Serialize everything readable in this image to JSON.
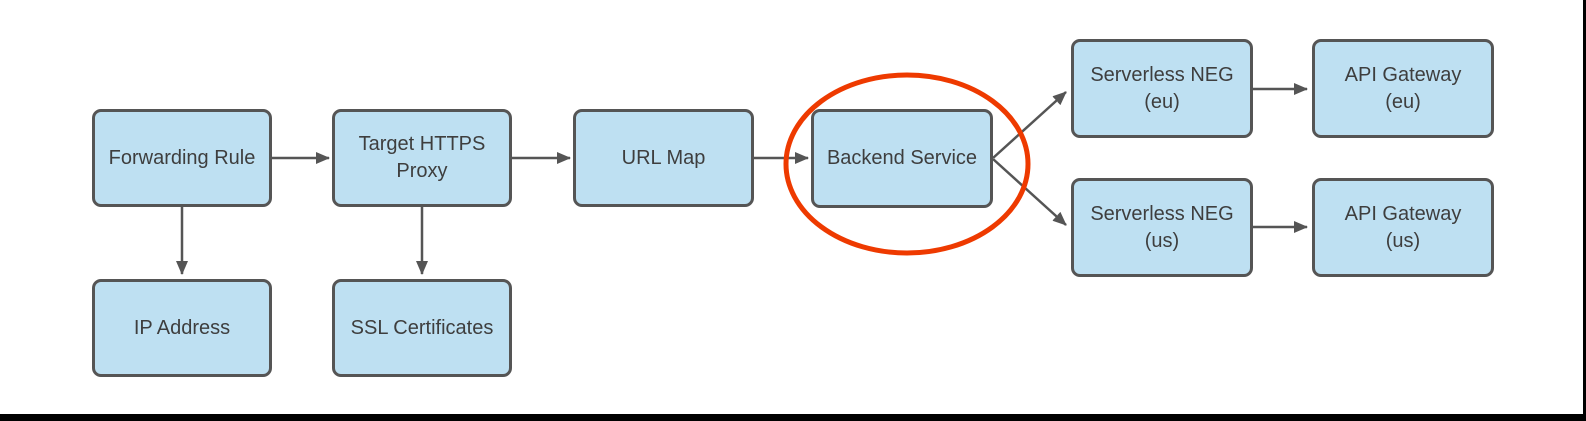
{
  "diagram": {
    "nodes": [
      {
        "id": "forwarding-rule",
        "lines": [
          "Forwarding Rule"
        ]
      },
      {
        "id": "target-https-proxy",
        "lines": [
          "Target HTTPS",
          "Proxy"
        ]
      },
      {
        "id": "url-map",
        "lines": [
          "URL Map"
        ]
      },
      {
        "id": "backend-service",
        "lines": [
          "Backend Service"
        ]
      },
      {
        "id": "serverless-neg-eu",
        "lines": [
          "Serverless NEG",
          "(eu)"
        ]
      },
      {
        "id": "api-gateway-eu",
        "lines": [
          "API Gateway",
          "(eu)"
        ]
      },
      {
        "id": "serverless-neg-us",
        "lines": [
          "Serverless NEG",
          "(us)"
        ]
      },
      {
        "id": "api-gateway-us",
        "lines": [
          "API Gateway",
          "(us)"
        ]
      },
      {
        "id": "ip-address",
        "lines": [
          "IP Address"
        ]
      },
      {
        "id": "ssl-certificates",
        "lines": [
          "SSL Certificates"
        ]
      }
    ],
    "edges": [
      {
        "from": "forwarding-rule",
        "to": "target-https-proxy"
      },
      {
        "from": "target-https-proxy",
        "to": "url-map"
      },
      {
        "from": "url-map",
        "to": "backend-service"
      },
      {
        "from": "backend-service",
        "to": "serverless-neg-eu"
      },
      {
        "from": "backend-service",
        "to": "serverless-neg-us"
      },
      {
        "from": "serverless-neg-eu",
        "to": "api-gateway-eu"
      },
      {
        "from": "serverless-neg-us",
        "to": "api-gateway-us"
      },
      {
        "from": "forwarding-rule",
        "to": "ip-address"
      },
      {
        "from": "target-https-proxy",
        "to": "ssl-certificates"
      }
    ],
    "annotations": [
      {
        "type": "ellipse-highlight",
        "target": "backend-service"
      }
    ]
  },
  "colors": {
    "background": "#ffffff",
    "node-fill": "#bee0f2",
    "node-border": "#555555",
    "arrow": "#555555",
    "text": "#3e3e3e",
    "highlight": "#ee3a00",
    "frame": "#000000"
  }
}
